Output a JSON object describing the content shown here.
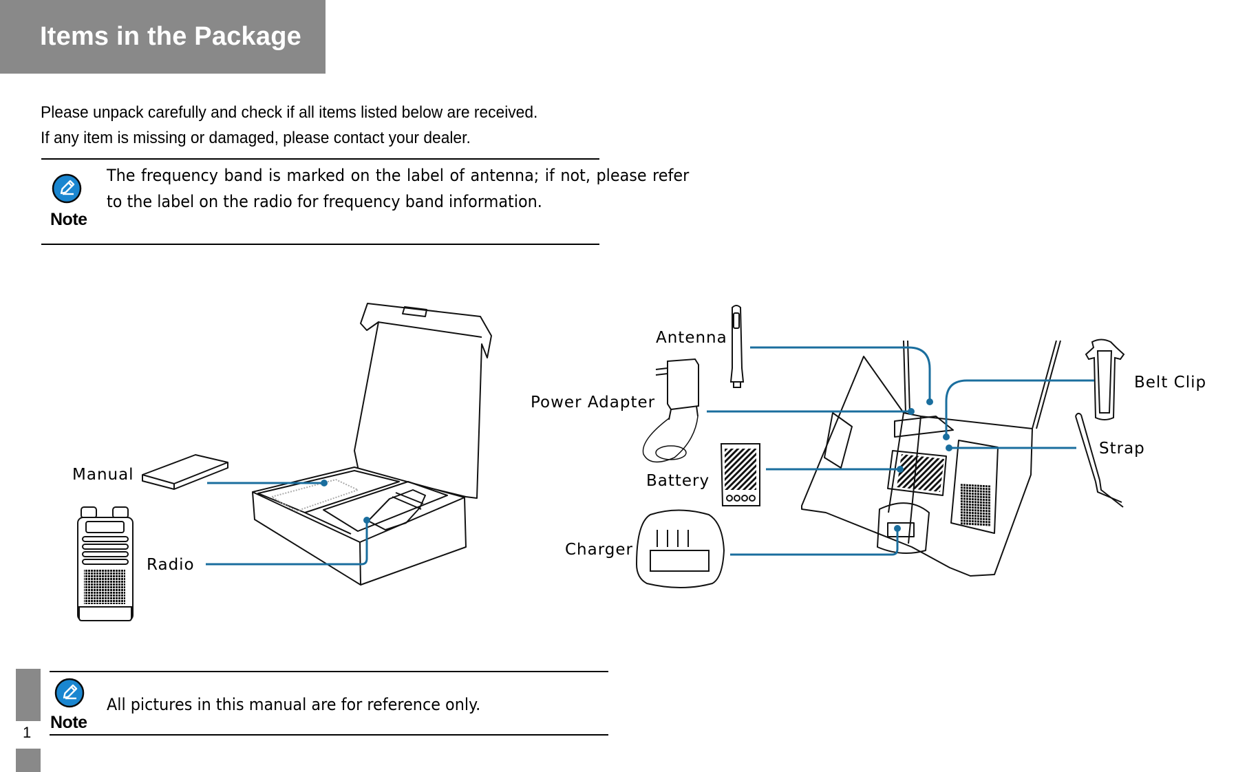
{
  "header": {
    "title": "Items in the Package"
  },
  "intro": {
    "line1": "Please unpack carefully and check if all items listed below are received.",
    "line2": "If any item is missing or damaged, please contact your dealer."
  },
  "note_top": {
    "icon": "pencil-note-icon",
    "label": "Note",
    "text": "The frequency band is marked on the label of antenna; if not, please refer to the label on the radio for frequency band information."
  },
  "illustration": {
    "callouts": {
      "manual": "Manual",
      "radio": "Radio",
      "antenna": "Antenna",
      "power_adapter": "Power Adapter",
      "battery": "Battery",
      "charger": "Charger",
      "belt_clip": "Belt Clip",
      "strap": "Strap"
    },
    "leader_color": "#1a6e9e"
  },
  "note_bottom": {
    "icon": "pencil-note-icon",
    "label": "Note",
    "text": "All pictures in this manual are for reference only."
  },
  "footer": {
    "page_number": "1"
  },
  "colors": {
    "header_bg": "#898989",
    "note_icon_blue": "#1a86d0"
  }
}
